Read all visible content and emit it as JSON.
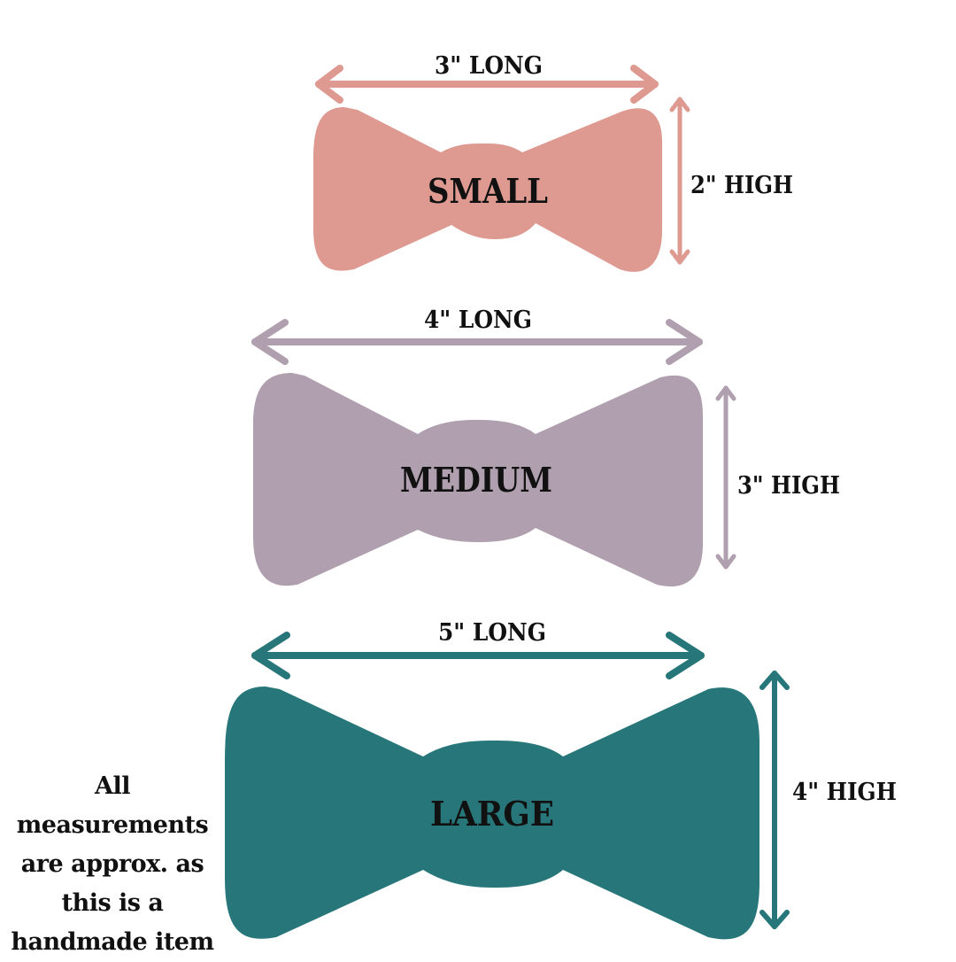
{
  "colors": {
    "small": "#de9a91",
    "medium": "#b09fae",
    "large": "#27767a",
    "text": "#111111"
  },
  "sizes": {
    "small": {
      "name": "SMALL",
      "length_label": "3\" LONG",
      "height_label": "2\" HIGH"
    },
    "medium": {
      "name": "MEDIUM",
      "length_label": "4\" LONG",
      "height_label": "3\" HIGH"
    },
    "large": {
      "name": "LARGE",
      "length_label": "5\" LONG",
      "height_label": "4\" HIGH"
    }
  },
  "note": {
    "lines": [
      "All",
      "measurements",
      "are approx. as",
      "this is a",
      "handmade item"
    ]
  }
}
